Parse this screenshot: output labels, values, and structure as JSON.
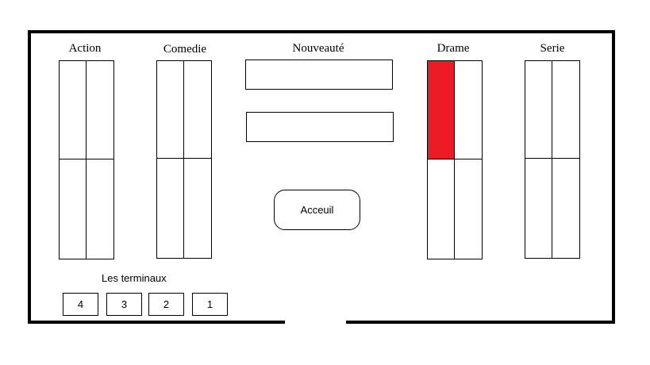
{
  "shelves": [
    {
      "label": "Action",
      "highlight": null
    },
    {
      "label": "Comedie",
      "highlight": null
    },
    {
      "label": "Drame",
      "highlight": "top-left"
    },
    {
      "label": "Serie",
      "highlight": null
    }
  ],
  "nouveaute": {
    "label": "Nouveauté"
  },
  "accueil": {
    "label": "Acceuil"
  },
  "terminals": {
    "label": "Les terminaux",
    "items": [
      "4",
      "3",
      "2",
      "1"
    ]
  },
  "colors": {
    "highlight": "#ed1c24",
    "wall": "#000000"
  }
}
